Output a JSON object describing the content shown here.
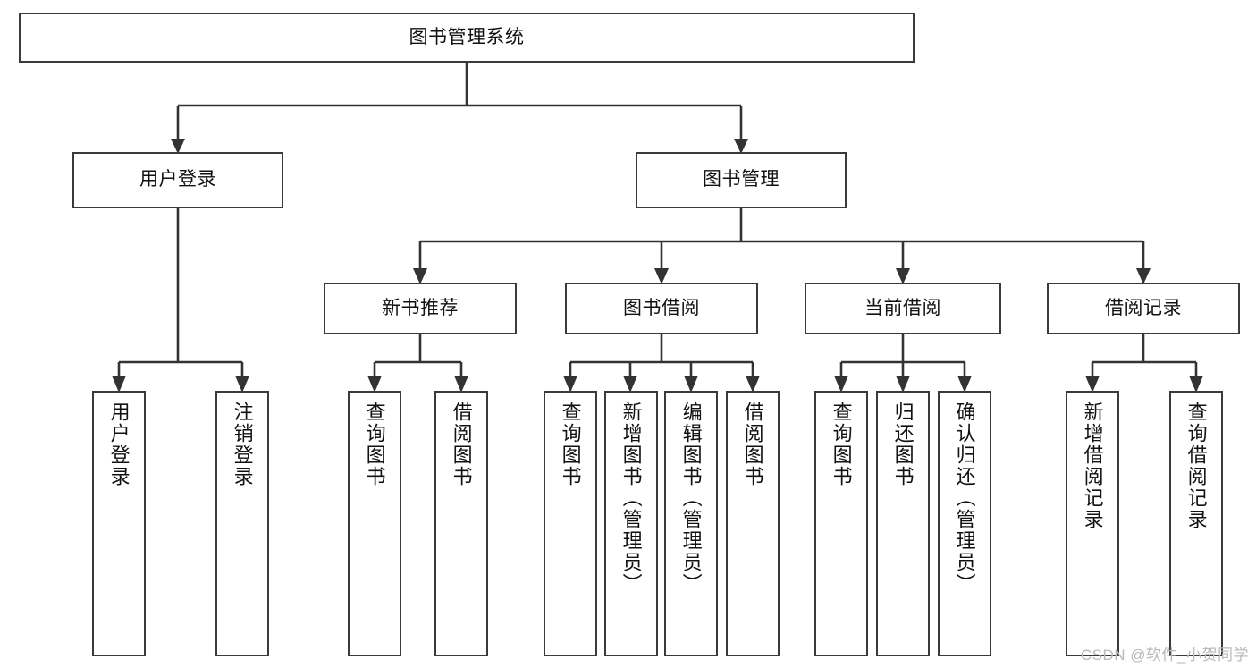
{
  "diagram": {
    "type": "hierarchy-tree",
    "title": "图书管理系统",
    "watermark": "CSDN @软件_小贺同学",
    "colors": {
      "box_border": "#3a3a3a",
      "box_fill": "#ffffff",
      "edge": "#333333",
      "text": "#111111",
      "watermark": "#b9b9b9"
    },
    "root": {
      "label": "图书管理系统"
    },
    "level2": [
      {
        "label": "用户登录"
      },
      {
        "label": "图书管理"
      }
    ],
    "level3": [
      {
        "label": "新书推荐"
      },
      {
        "label": "图书借阅"
      },
      {
        "label": "当前借阅"
      },
      {
        "label": "借阅记录"
      }
    ],
    "leaves": {
      "user_login": [
        {
          "label": "用户登录"
        },
        {
          "label": "注销登录"
        }
      ],
      "new_book_recommend": [
        {
          "label": "查询图书"
        },
        {
          "label": "借阅图书"
        }
      ],
      "book_borrow": [
        {
          "label": "查询图书"
        },
        {
          "label": "新增图书（管理员）"
        },
        {
          "label": "编辑图书（管理员）"
        },
        {
          "label": "借阅图书"
        }
      ],
      "current_borrow": [
        {
          "label": "查询图书"
        },
        {
          "label": "归还图书"
        },
        {
          "label": "确认归还（管理员）"
        }
      ],
      "borrow_record": [
        {
          "label": "新增借阅记录"
        },
        {
          "label": "查询借阅记录"
        }
      ]
    }
  }
}
